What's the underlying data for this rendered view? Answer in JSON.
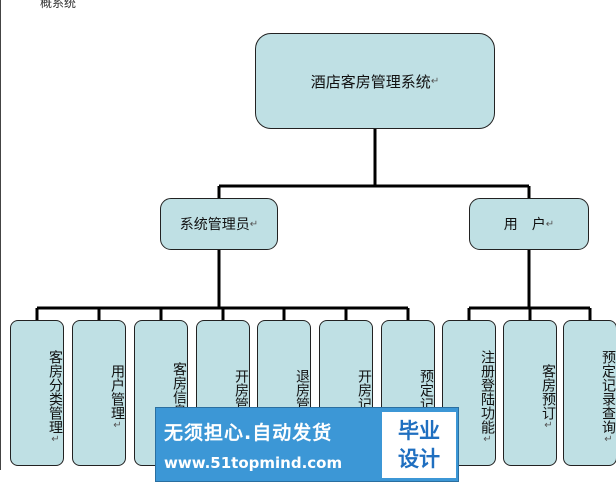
{
  "header": {
    "cut_text": "概系统"
  },
  "root": {
    "label": "酒店客房管理系统",
    "mark": "↵"
  },
  "groups": [
    {
      "label": "系统管理员",
      "mark": "↵"
    },
    {
      "label": "用　户",
      "mark": "↵"
    }
  ],
  "leaves": [
    {
      "label": "客房分类管理",
      "mark": "↵"
    },
    {
      "label": "用户管理",
      "mark": "↵"
    },
    {
      "label": "客房信息管",
      "mark": ""
    },
    {
      "label": "开房管理",
      "mark": ""
    },
    {
      "label": "退房管理",
      "mark": ""
    },
    {
      "label": "开房记录",
      "mark": ""
    },
    {
      "label": "预定记录",
      "mark": ""
    },
    {
      "label": "注册登陆功能",
      "mark": "↵"
    },
    {
      "label": "客房预订",
      "mark": "↵"
    },
    {
      "label": "预定记录查询",
      "mark": "↵"
    }
  ],
  "watermark": {
    "slogan": "无须担心.自动发货",
    "url": "www.51topmind.com",
    "brand_line1": "毕业",
    "brand_line2": "设计"
  },
  "colors": {
    "box_fill": "#bfe0e4",
    "line": "#000000",
    "watermark_bg": "#3c97d6",
    "brand_text": "#1f6fc0"
  }
}
